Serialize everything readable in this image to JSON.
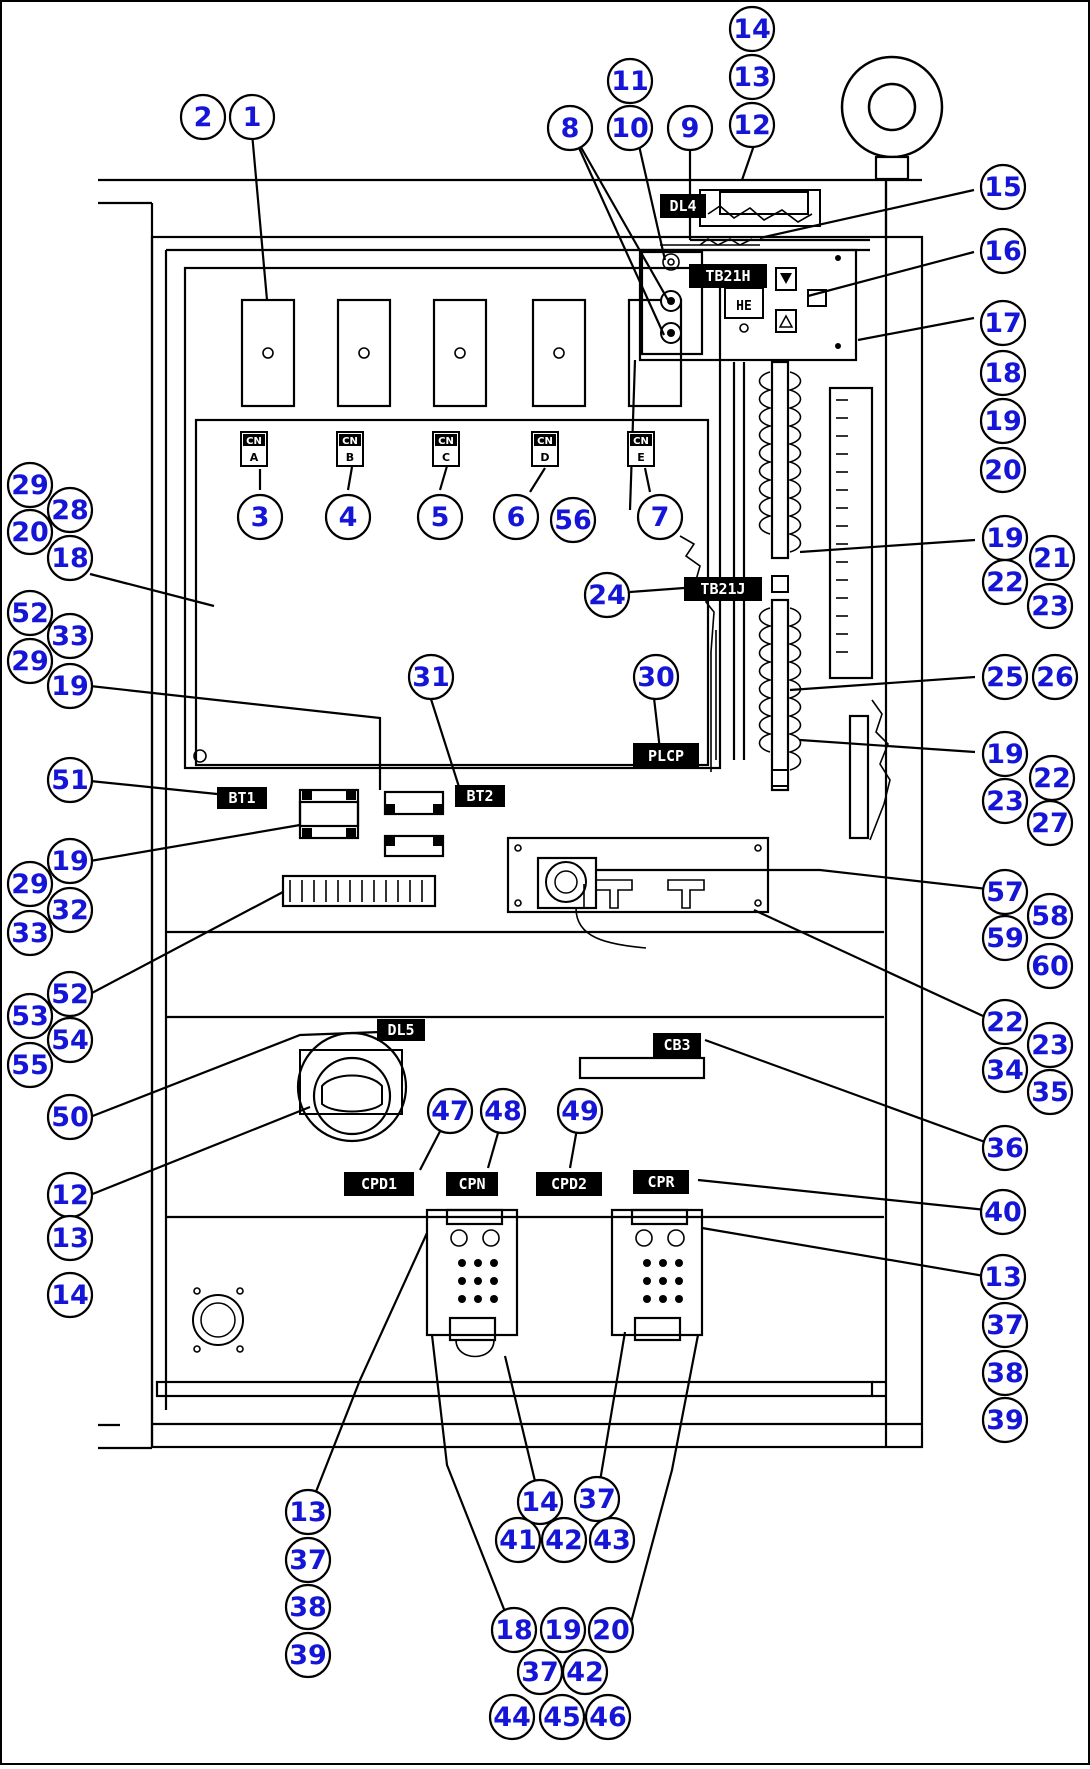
{
  "callouts": [
    "1",
    "2",
    "3",
    "4",
    "5",
    "6",
    "7",
    "8",
    "9",
    "10",
    "11",
    "12",
    "13",
    "14",
    "15",
    "16",
    "17",
    "18",
    "19",
    "20",
    "21",
    "22",
    "23",
    "24",
    "25",
    "26",
    "27",
    "28",
    "29",
    "30",
    "31",
    "32",
    "33",
    "34",
    "35",
    "36",
    "37",
    "38",
    "39",
    "40",
    "41",
    "42",
    "43",
    "44",
    "45",
    "46",
    "47",
    "48",
    "49",
    "50",
    "51",
    "52",
    "53",
    "54",
    "55",
    "56",
    "57",
    "58",
    "59",
    "60"
  ],
  "panel_labels": {
    "dl4": "DL4",
    "tb21h": "TB21H",
    "tb21j": "TB21J",
    "plcp": "PLCP",
    "bt1": "BT1",
    "bt2": "BT2",
    "dl5": "DL5",
    "cb3": "CB3",
    "cpd1": "CPD1",
    "cpn": "CPN",
    "cpd2": "CPD2",
    "cpr": "CPR",
    "display": "HE"
  },
  "connector_labels": {
    "a": {
      "top": "CN",
      "bottom": "A"
    },
    "b": {
      "top": "CN",
      "bottom": "B"
    },
    "c": {
      "top": "CN",
      "bottom": "C"
    },
    "d": {
      "top": "CN",
      "bottom": "D"
    },
    "e": {
      "top": "CN",
      "bottom": "E"
    }
  }
}
